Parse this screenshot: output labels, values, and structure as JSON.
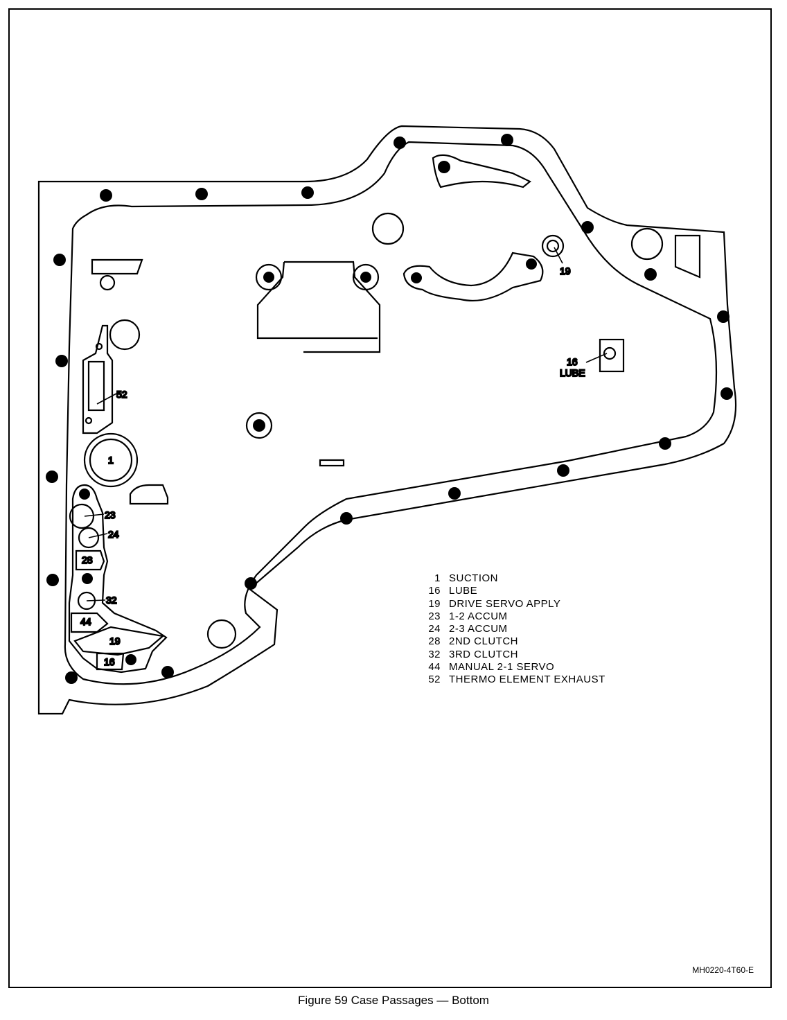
{
  "figure": {
    "caption": "Figure 59 Case Passages — Bottom",
    "drawing_code": "MH0220-4T60-E"
  },
  "callouts": {
    "c1": "1",
    "c16": "16",
    "c16_text": "LUBE",
    "c19a": "19",
    "c19b": "19",
    "c23": "23",
    "c24": "24",
    "c28": "28",
    "c32": "32",
    "c44": "44",
    "c16b": "16",
    "c52": "52"
  },
  "legend": [
    {
      "num": "1",
      "text": "SUCTION"
    },
    {
      "num": "16",
      "text": "LUBE"
    },
    {
      "num": "19",
      "text": "DRIVE SERVO APPLY"
    },
    {
      "num": "23",
      "text": "1-2 ACCUM"
    },
    {
      "num": "24",
      "text": "2-3 ACCUM"
    },
    {
      "num": "28",
      "text": "2ND CLUTCH"
    },
    {
      "num": "32",
      "text": "3RD CLUTCH"
    },
    {
      "num": "44",
      "text": "MANUAL 2-1 SERVO"
    },
    {
      "num": "52",
      "text": "THERMO ELEMENT EXHAUST"
    }
  ],
  "colors": {
    "ink": "#000000",
    "paper": "#ffffff"
  }
}
